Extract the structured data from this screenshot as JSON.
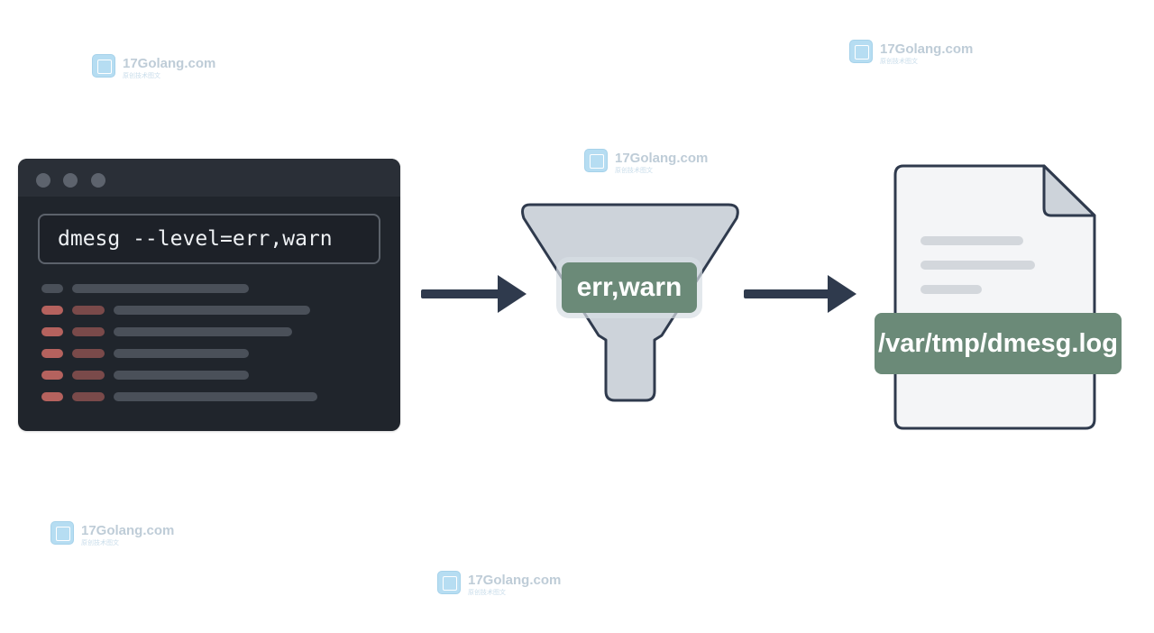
{
  "terminal": {
    "command": "dmesg --level=err,warn"
  },
  "filter": {
    "label": "err,warn"
  },
  "output_file": {
    "label": "/var/tmp/dmesg.log"
  },
  "watermark": {
    "text": "17Golang.com",
    "subtext": "原创技术图文"
  },
  "colors": {
    "terminal_bg": "#20252c",
    "label_bg": "#6b8a78",
    "arrow": "#2f3a4d",
    "funnel_fill": "#cdd3da",
    "error_line": "#b5625e"
  }
}
